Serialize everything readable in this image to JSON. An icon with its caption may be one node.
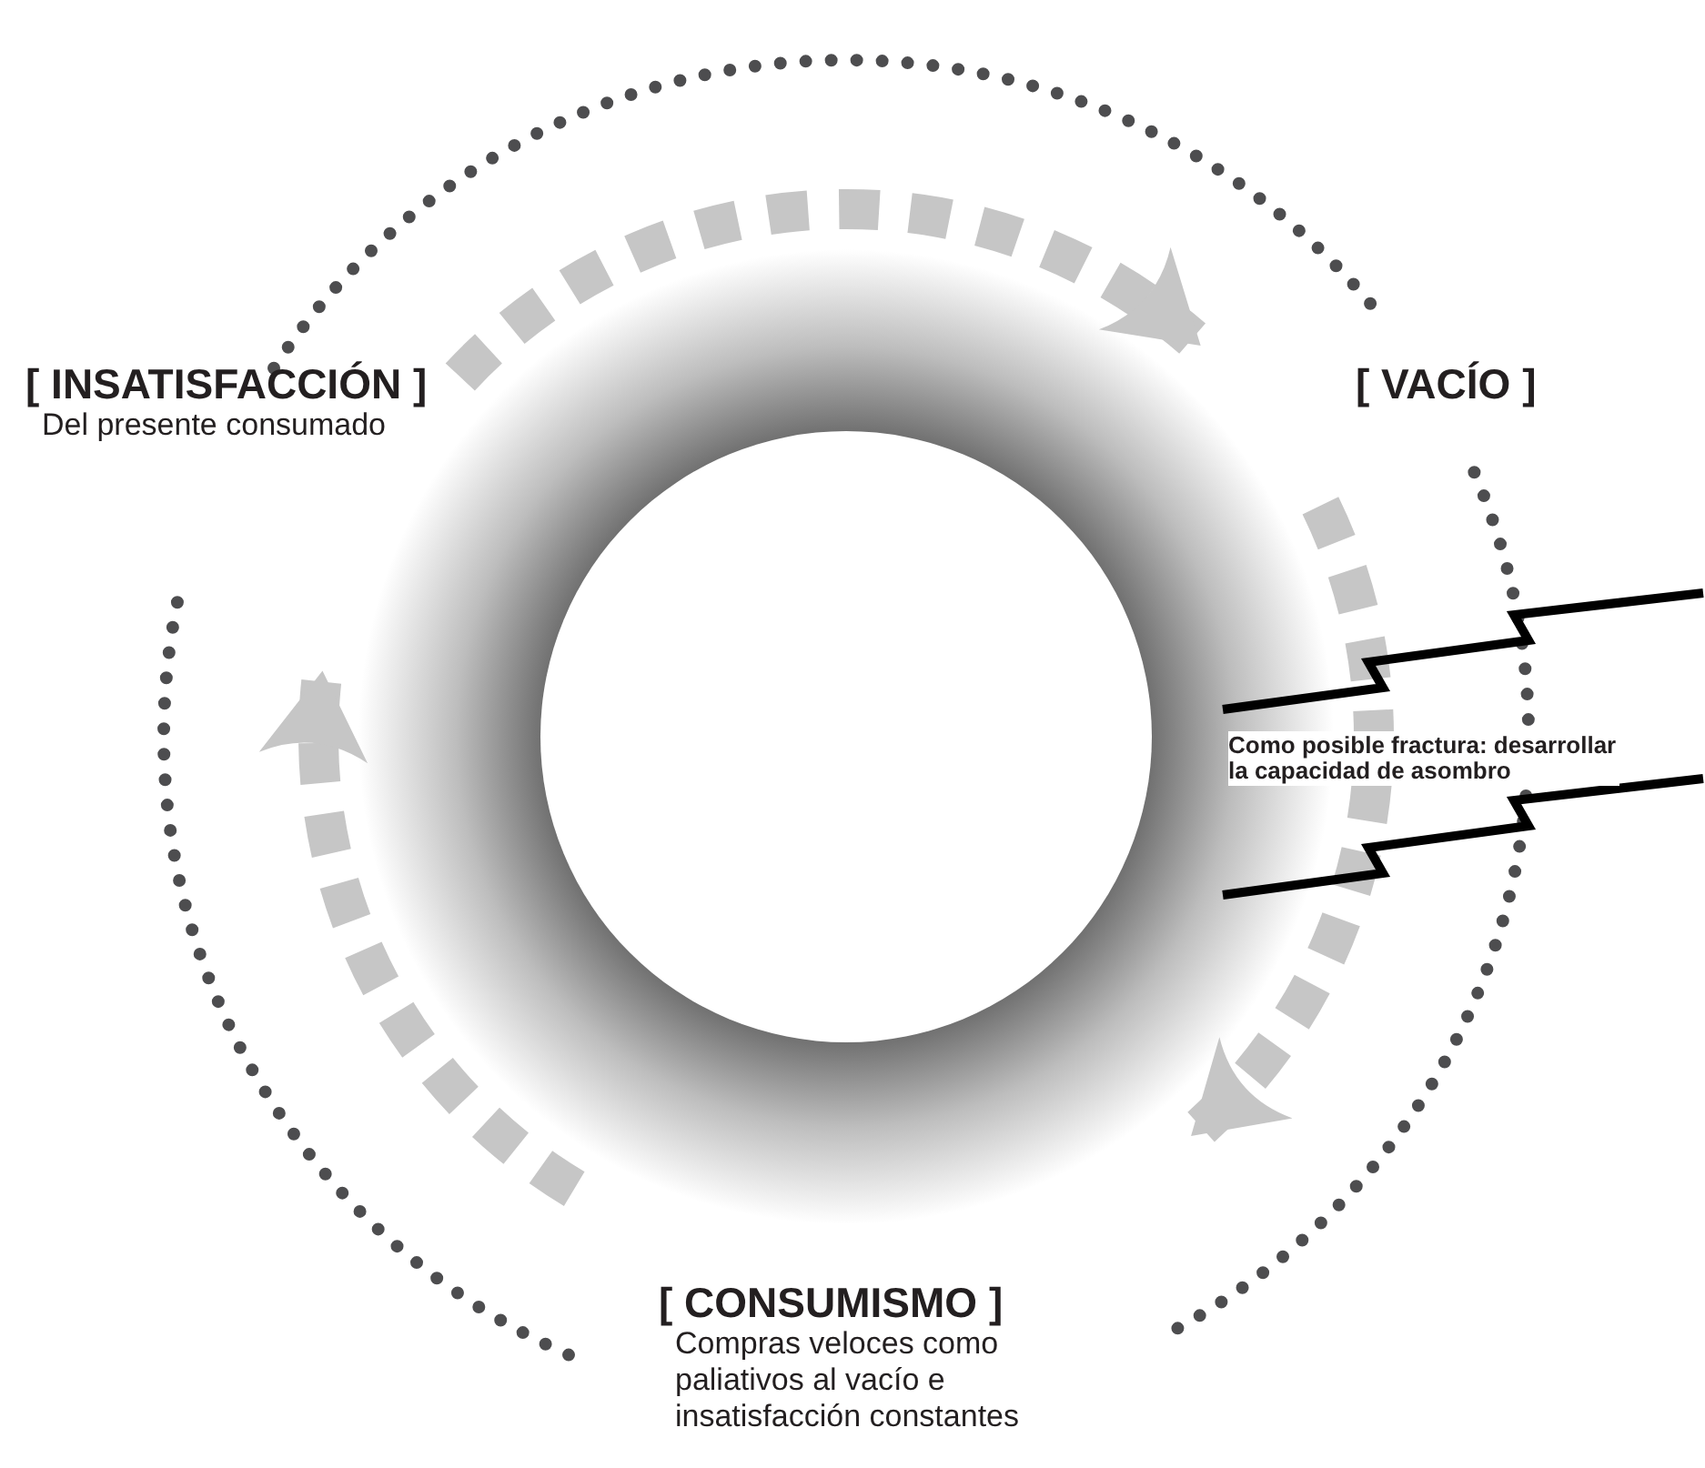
{
  "diagram": {
    "nodes": [
      {
        "text": [
          "[ INSATISFACCIÓN ]",
          "Del presente consumado"
        ]
      },
      {
        "text": [
          "[ VACÍO ]"
        ]
      },
      {
        "text": [
          "[ CONSUMISMO ]",
          "Compras veloces como paliativos al vacío e insatisfacción constantes"
        ]
      }
    ],
    "edges": [
      {
        "from": 0,
        "to": 1,
        "arrow": "to",
        "style": "dashed"
      },
      {
        "from": 1,
        "to": 2,
        "arrow": "to",
        "style": "dashed"
      },
      {
        "from": 2,
        "to": 0,
        "arrow": "to",
        "style": "dashed"
      }
    ],
    "labels": [
      "Como posible fractura: desarrollar la capacidad de asombro"
    ]
  }
}
